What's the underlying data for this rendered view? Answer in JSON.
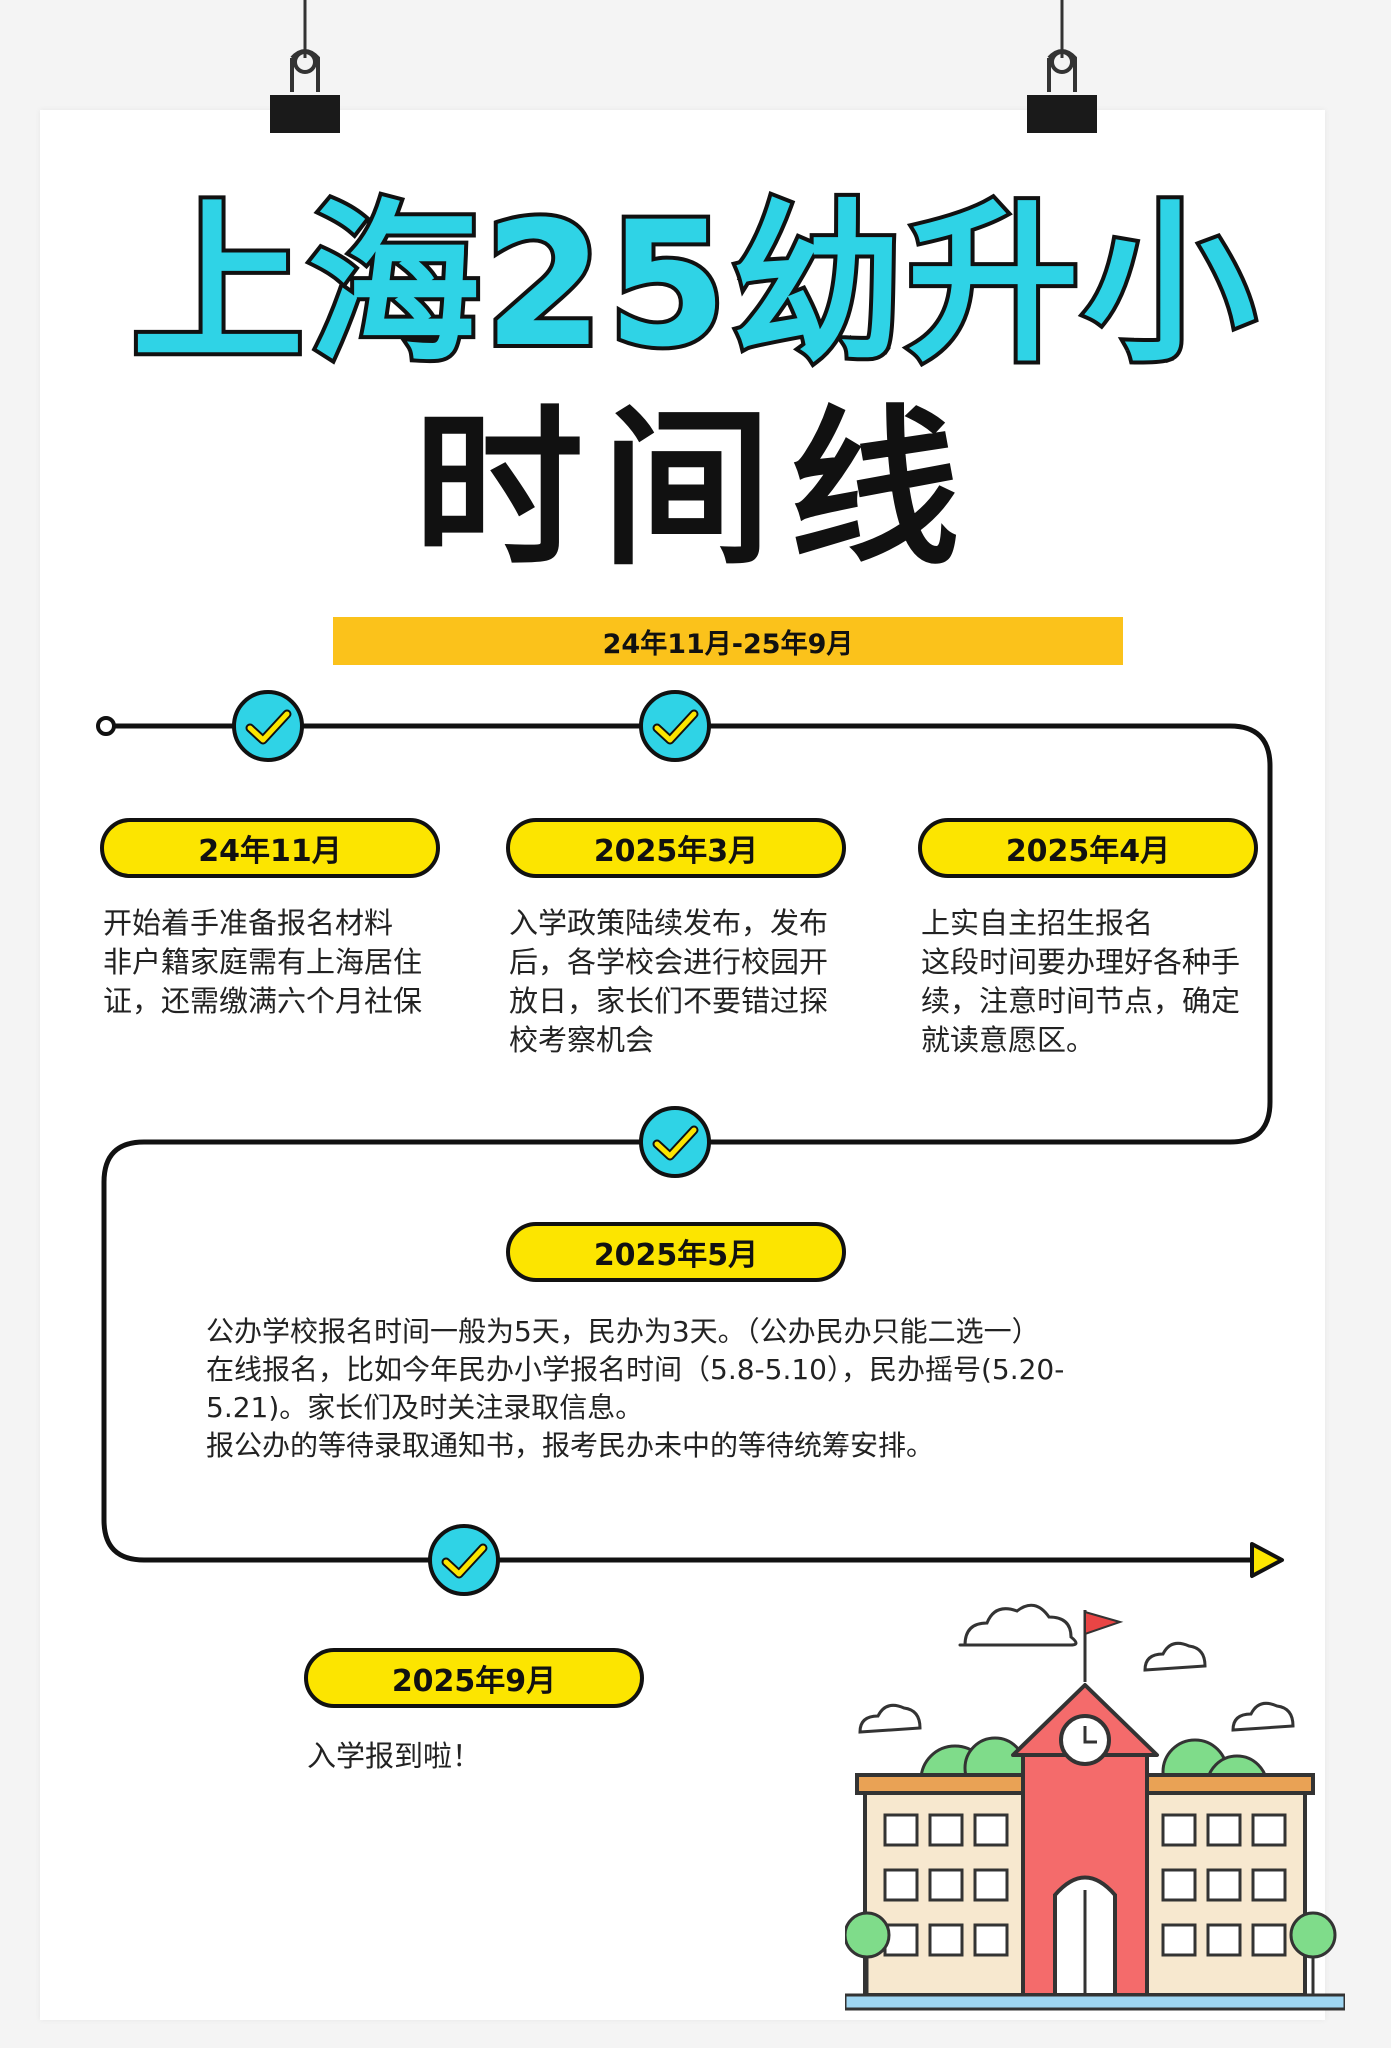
{
  "title": {
    "main": "上海25幼升小",
    "sub": "时间线"
  },
  "range": "24年11月-25年9月",
  "milestones": [
    {
      "date": "24年11月",
      "lines": [
        "开始着手准备报名材料",
        "非户籍家庭需有上海居住",
        "证，还需缴满六个月社保"
      ]
    },
    {
      "date": "2025年3月",
      "lines": [
        "入学政策陆续发布，发布",
        "后，各学校会进行校园开",
        "放日，家长们不要错过探",
        "校考察机会"
      ]
    },
    {
      "date": "2025年4月",
      "lines": [
        "上实自主招生报名",
        "这段时间要办理好各种手",
        "续，注意时间节点，确定",
        "就读意愿区。"
      ]
    },
    {
      "date": "2025年5月",
      "lines": [
        "公办学校报名时间一般为5天，民办为3天。（公办民办只能二选一）",
        "在线报名，比如今年民办小学报名时间（5.8-5.10），民办摇号(5.20-",
        "5.21)。家长们及时关注录取信息。",
        "报公办的等待录取通知书，报考民办未中的等待统筹安排。"
      ]
    },
    {
      "date": "2025年9月",
      "lines": [
        "入学报到啦！"
      ]
    }
  ],
  "icons": [
    "binder-clip-icon",
    "check-icon",
    "school-building-icon",
    "cloud-icon",
    "flag-icon",
    "clock-icon",
    "tree-icon"
  ],
  "colors": {
    "cyan": "#2fd3e6",
    "yellow": "#fce500",
    "orange_bar": "#fbc21b",
    "ink": "#111111"
  }
}
